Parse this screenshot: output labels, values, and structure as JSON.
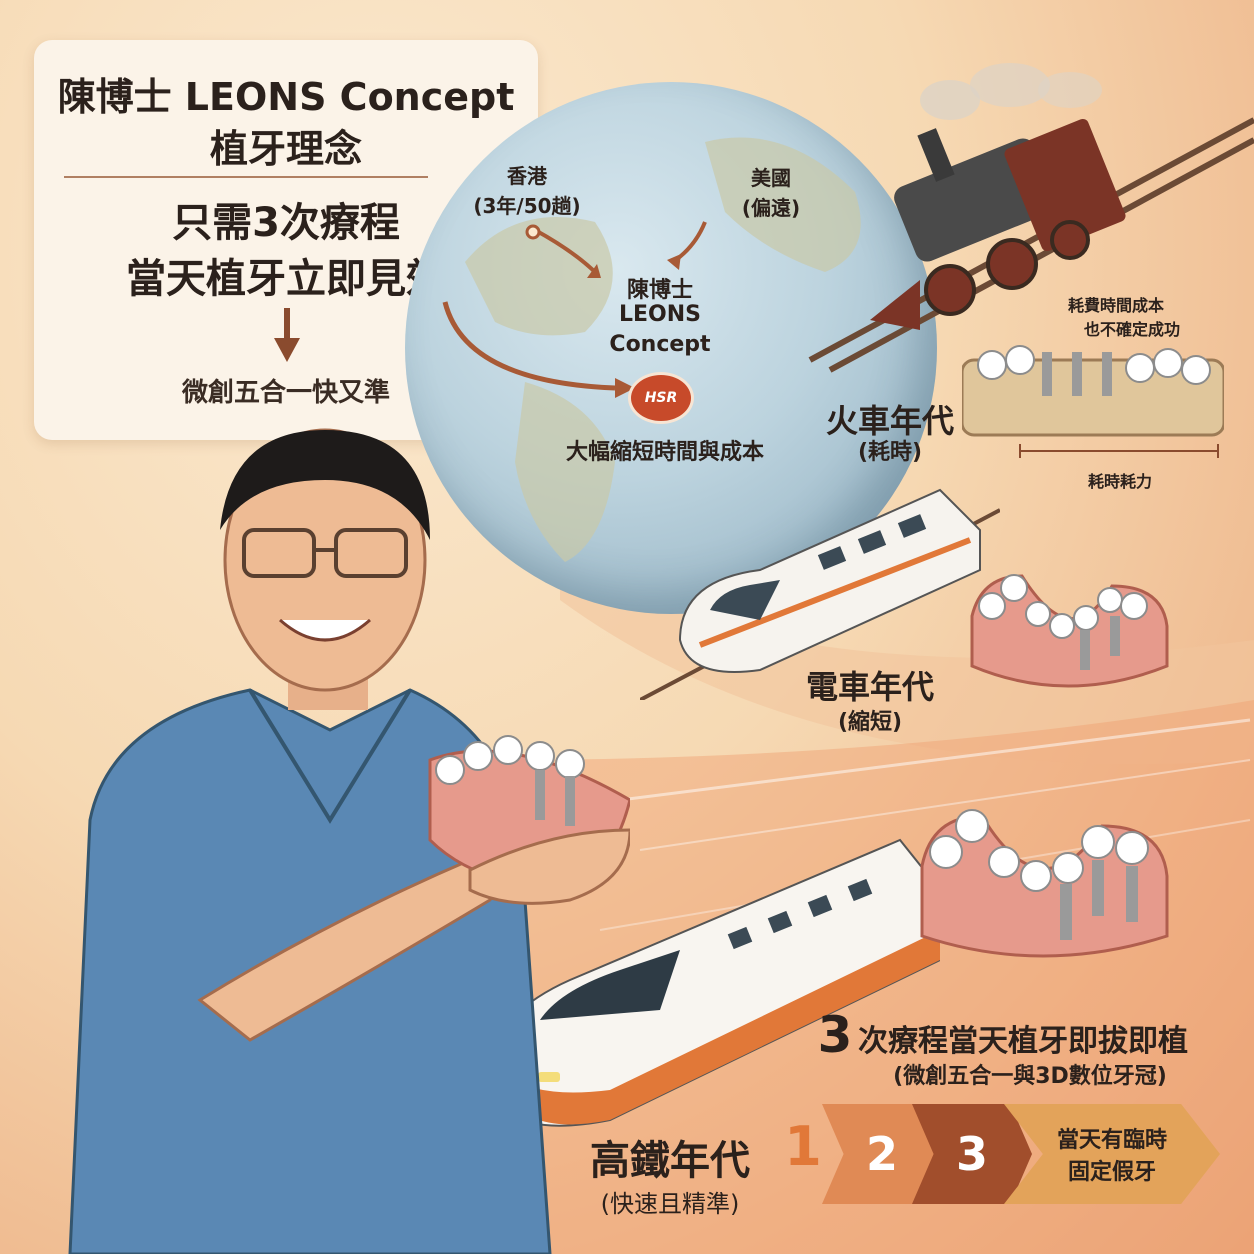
{
  "colors": {
    "accent_orange": "#e17838",
    "brown": "#8a4b2e",
    "scrubs_blue": "#5a88b4",
    "text_dark": "#2b211c",
    "card_bg": "#fbf3e8"
  },
  "title_card": {
    "line1": "陳博士 LEONS Concept",
    "line2": "植牙理念",
    "line3": "只需3次療程",
    "line4": "當天植牙立即見效",
    "line5": "微創五合一快又準"
  },
  "globe": {
    "hk_label": "香港",
    "hk_sub": "(3年/50趟)",
    "us_label": "美國",
    "us_sub": "(偏遠)",
    "center_l1": "陳博士",
    "center_l2": "LEONS",
    "center_l3": "Concept",
    "hsr_badge": "HSR",
    "bottom": "大幅縮短時間與成本"
  },
  "train_era": {
    "title": "火車年代",
    "sub": "(耗時)",
    "note_l1": "耗費時間成本",
    "note_l2": "也不確定成功",
    "bracket_label": "耗時耗力"
  },
  "electric_era": {
    "title": "電車年代",
    "sub": "(縮短)"
  },
  "hsr_era": {
    "title": "高鐵年代",
    "sub": "(快速且精準)",
    "headline_num": "3",
    "headline": "次療程當天植牙即拔即植",
    "detail": "(微創五合一與3D數位牙冠)"
  },
  "steps": {
    "s1": "1",
    "s2": "2",
    "s3": "3",
    "s4_l1": "當天有臨時",
    "s4_l2": "固定假牙"
  },
  "icons": [
    "down-arrow-icon",
    "steam-locomotive-icon",
    "electric-train-icon",
    "bullet-train-icon",
    "dental-model-icon",
    "dental-implant-icon",
    "dentist-illustration"
  ]
}
